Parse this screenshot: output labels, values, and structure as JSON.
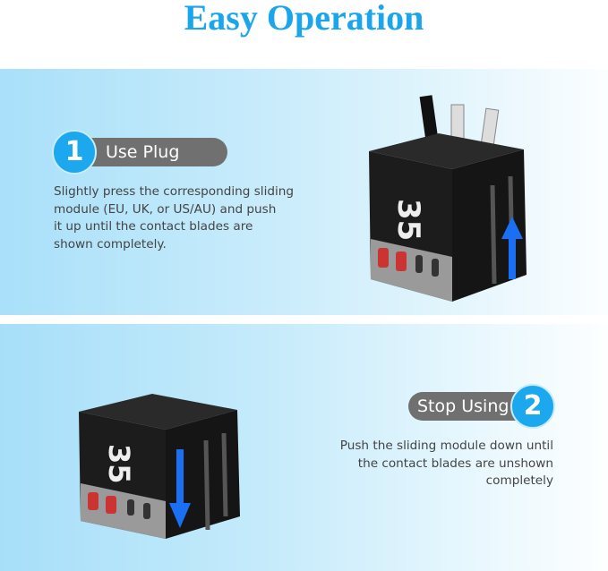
{
  "title": "Easy Operation",
  "steps": [
    {
      "number": "1",
      "label": "Use Plug",
      "description_lines": [
        "Slightly press the corresponding sliding",
        "module (EU, UK, or US/AU) and push",
        "it up until the contact blades are",
        "shown completely."
      ],
      "arrow": "up"
    },
    {
      "number": "2",
      "label": "Stop Using",
      "description_lines": [
        "Push the sliding module down until",
        "the contact blades are unshown",
        "completely"
      ],
      "arrow": "down"
    }
  ],
  "colors": {
    "accent": "#1ba6ec",
    "pill": "#707070",
    "product": "#1c1c1c"
  },
  "icons": [
    "travel-adapter-image",
    "arrow-up-icon",
    "arrow-down-icon"
  ]
}
